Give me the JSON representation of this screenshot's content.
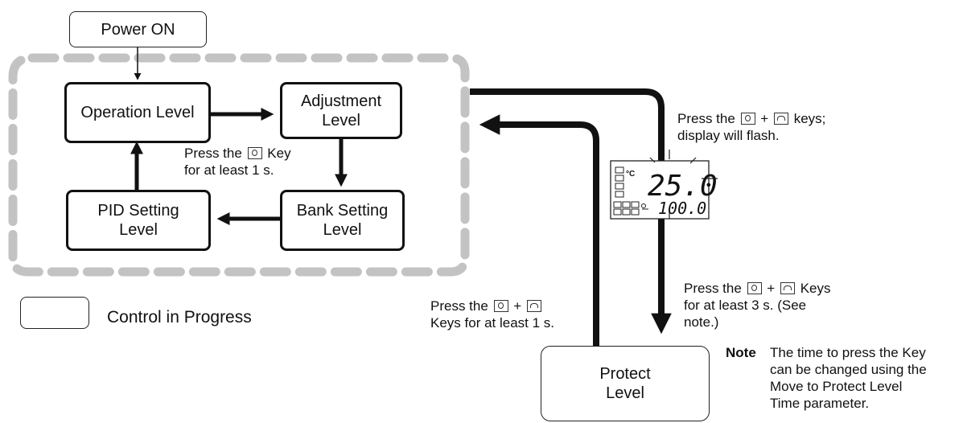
{
  "nodes": {
    "power_on": "Power ON",
    "operation": "Operation Level",
    "adjustment": "Adjustment\nLevel",
    "bank_setting": "Bank Setting\nLevel",
    "pid_setting": "PID Setting\nLevel",
    "protect": "Protect\nLevel"
  },
  "legend": {
    "label": "Control in Progress"
  },
  "annotations": {
    "hold_key_pre": "Press the",
    "hold_key_post": "Key",
    "hold_key_line2": "for at least 1 s.",
    "flash_pre": "Press the",
    "flash_plus": "+",
    "flash_post": "keys;",
    "flash_line2": "display will flash.",
    "to_protect_pre": "Press the",
    "to_protect_plus": "+",
    "to_protect_post": "Keys",
    "to_protect_line2": "for at least 3 s. (See",
    "to_protect_line3": "note.)",
    "from_protect_pre": "Press the",
    "from_protect_plus": "+",
    "from_protect_line2": "Keys for at least 1 s."
  },
  "note": {
    "label": "Note",
    "lines": [
      "The time to press the Key",
      "can be changed using the",
      "Move to Protect Level",
      "Time parameter."
    ]
  },
  "display": {
    "main_value": "25.0",
    "sub_value": "100.0",
    "unit": "°C"
  },
  "icons": {
    "mode_key": "circle-key-icon",
    "level_key": "return-key-icon"
  },
  "colors": {
    "dashed_region": "#c3c3c3",
    "arrows": "#111111"
  }
}
